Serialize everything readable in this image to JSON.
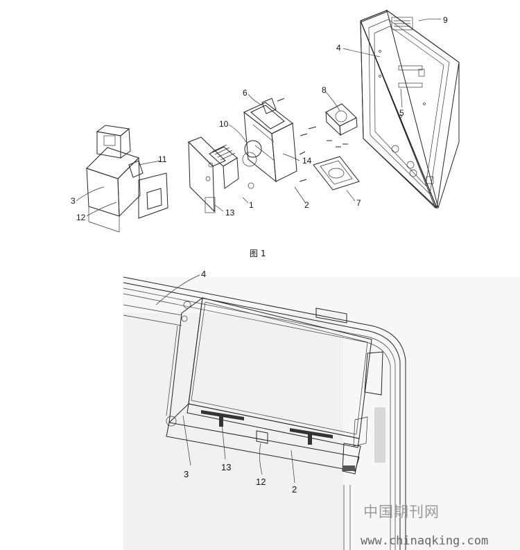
{
  "figure1": {
    "caption": "图 1",
    "labels": {
      "p1": "1",
      "p2": "2",
      "p3": "3",
      "p4": "4",
      "p5": "5",
      "p6": "6",
      "p7": "7",
      "p8": "8",
      "p9": "9",
      "p10": "10",
      "p11": "11",
      "p12": "12",
      "p13": "13",
      "p14": "14"
    }
  },
  "figure2": {
    "labels": {
      "p4": "4",
      "p3": "3",
      "p13": "13",
      "p12": "12",
      "p2": "2"
    }
  },
  "watermark": {
    "site_name": "中国期刊网",
    "url": "www.chinaqking.com"
  }
}
